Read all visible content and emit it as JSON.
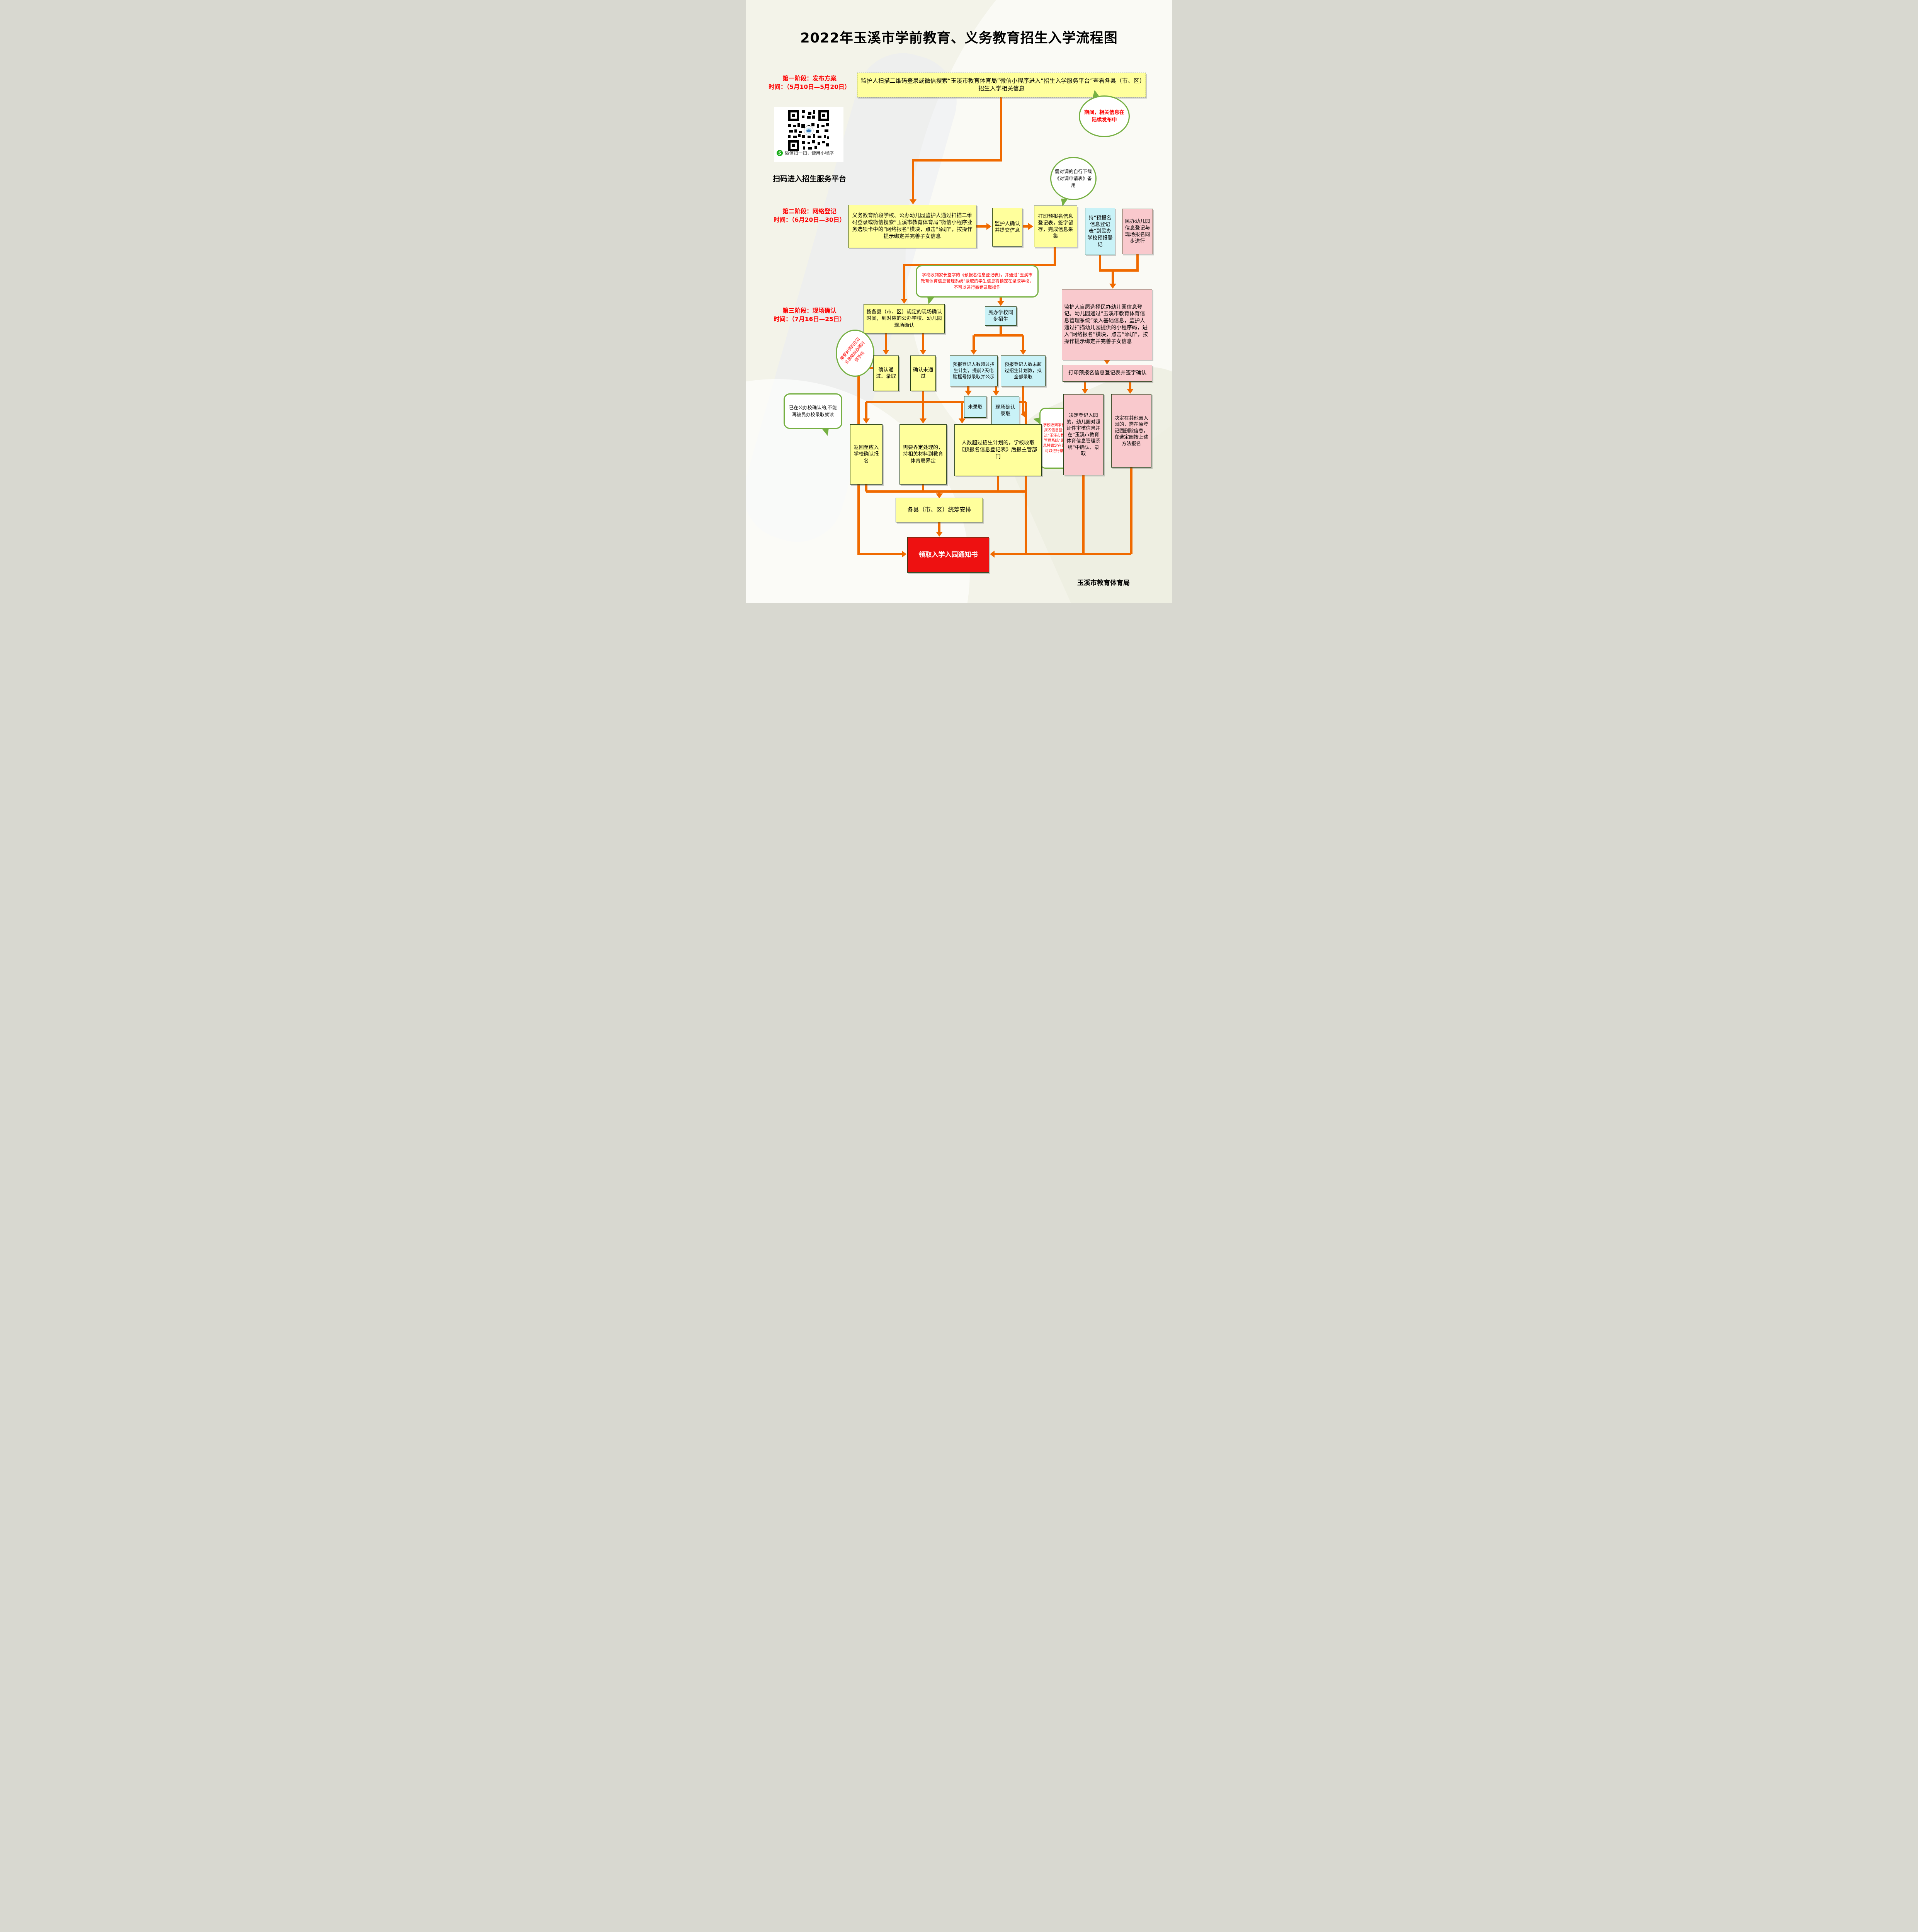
{
  "title": "2022年玉溪市学前教育、义务教育招生入学流程图",
  "footer": "玉溪市教育体育局",
  "stages": [
    {
      "label": "第一阶段：发布方案",
      "time": "时间：（5月10日—5月20日）"
    },
    {
      "label": "第二阶段：网络登记",
      "time": "时间：（6月20日—30日）"
    },
    {
      "label": "第三阶段：现场确认",
      "time": "时间：（7月16日—25日）"
    }
  ],
  "qr": {
    "scan_hint": "微信扫一扫，使用小程序",
    "caption": "扫码进入招生服务平台"
  },
  "boxes": {
    "notice": "监护人扫描二维码登录或微信搜索“玉溪市教育体育局”微信小程序进入“招生入学服务平台”查看各县（市、区）招生入学相关信息",
    "s2_main": "义务教育阶段学校、公办幼儿园监护人通过扫描二维码登录或微信搜索“玉溪市教育体育局”微信小程序业务选项卡中的“网络报名”模块，点击“添加”，按操作提示绑定并完善子女信息",
    "s2_confirm": "监护人确认并提交信息",
    "s2_print": "打印预报名信息登记表，签字留存，完成信息采集",
    "s2_hold": "持“预报名信息登记表”到民办学校预报登记",
    "s2_private_sync": "民办幼儿园信息登记与现场报名同步进行",
    "s3_main": "按各县（市、区）规定的现场确认时间，到对应的公办学校、幼儿园现场确认",
    "private_school_sync": "民办学校同步招生",
    "private_kg_info": "监护人自愿选择民办幼儿园信息登记。幼儿园通过“玉溪市教育体育信息管理系统”录入基础信息，监护人通过扫描幼儿园提供的小程序码，进入“网络报名”模块，点击“添加”，按操作提示绑定并完善子女信息",
    "confirm_pass": "确认通过、录取",
    "confirm_fail": "确认未通过",
    "over_plan": "预报登记人数超过招生计划，提前2天电脑摇号拟录取并公示",
    "under_plan": "预报登记人数未超过招生计划数，拟全部录取",
    "not_admitted": "未录取",
    "onsite_admitted": "现场确认录取",
    "print_sign": "打印预报名信息登记表并签字确认",
    "return_school": "返回至应入学校确认报名",
    "need_define": "需要界定处理的，持相关材料到教育体育局界定",
    "over_quota": "人数超过招生计划的，学校收取《预报名信息登记表》后报主管部门",
    "decide_enroll": "决定登记入园的，幼儿园对照证件审核信息并在“玉溪市教育体育信息管理系统”中确认、录取",
    "decide_other": "决定在其他园入园的，需在原登记园删除信息，在选定园按上述方法报名",
    "coordinate": "各县（市、区）统筹安排",
    "receive_notice": "领取入学入园通知书"
  },
  "bubbles": {
    "ongoing": "期间，相关信息在陆续发布中",
    "download_swap": "需对调的自行下载《对调申请表》备用",
    "lock_note": "学校收到家长签字的《预报名信息登记表》，并通过“玉溪市教育体育信息管理系统”录取的学生信息将锁定在录取学校，不可以进行撤销录取操作",
    "swap_before": "需要对调的在正式录取前办理对调手续",
    "public_confirmed": "已在公办校确认的,不能再被民办校录取就读"
  },
  "colors": {
    "accent_orange": "#f06a00",
    "box_yellow": "#ffff9c",
    "box_cyan": "#c9f2f7",
    "box_pink": "#f9c9cd",
    "box_red": "#ee1111",
    "bubble_green": "#76b043",
    "label_red": "#fe0000",
    "wechat_green": "#1aad19"
  }
}
